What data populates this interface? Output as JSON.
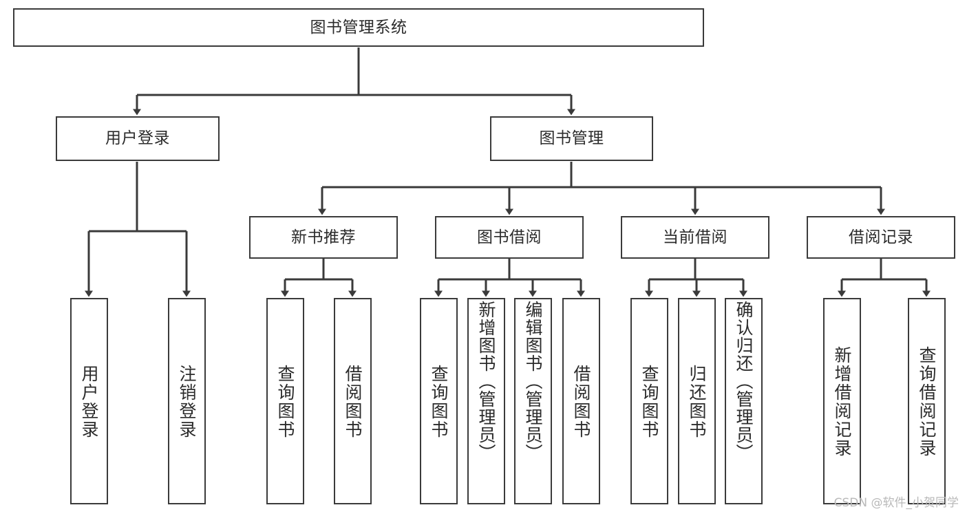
{
  "diagram": {
    "title": "图书管理系统",
    "type": "hierarchy-tree",
    "root": {
      "label": "图书管理系统"
    },
    "level2": [
      {
        "label": "用户登录"
      },
      {
        "label": "图书管理"
      }
    ],
    "level3": [
      {
        "label": "新书推荐"
      },
      {
        "label": "图书借阅"
      },
      {
        "label": "当前借阅"
      },
      {
        "label": "借阅记录"
      }
    ],
    "leaves": [
      {
        "label": "用户登录",
        "parent": "用户登录"
      },
      {
        "label": "注销登录",
        "parent": "用户登录"
      },
      {
        "label": "查询图书",
        "parent": "新书推荐"
      },
      {
        "label": "借阅图书",
        "parent": "新书推荐"
      },
      {
        "label": "查询图书",
        "parent": "图书借阅"
      },
      {
        "label": "新增图书（管理员）",
        "parent": "图书借阅"
      },
      {
        "label": "编辑图书（管理员）",
        "parent": "图书借阅"
      },
      {
        "label": "借阅图书",
        "parent": "图书借阅"
      },
      {
        "label": "查询图书",
        "parent": "当前借阅"
      },
      {
        "label": "归还图书",
        "parent": "当前借阅"
      },
      {
        "label": "确认归还（管理员）",
        "parent": "当前借阅"
      },
      {
        "label": "新增借阅记录",
        "parent": "借阅记录"
      },
      {
        "label": "查询借阅记录",
        "parent": "借阅记录"
      }
    ]
  },
  "watermark": {
    "text": "CSDN @软件_小贺同学"
  },
  "colors": {
    "stroke": "#3a3a3a",
    "box_fill": "#ffffff",
    "text": "#2b2b2b",
    "watermark": "#b9b9b9"
  }
}
